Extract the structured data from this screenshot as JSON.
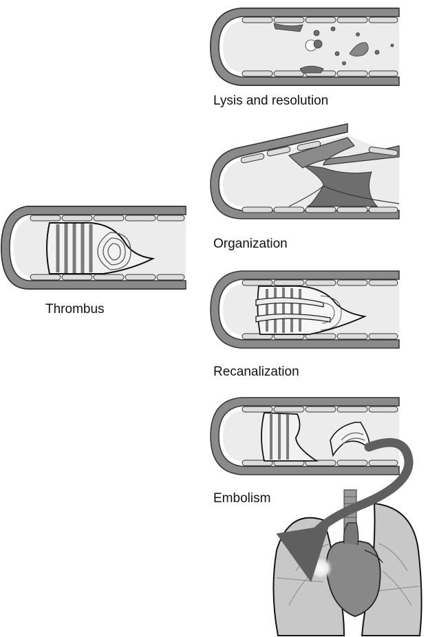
{
  "labels": {
    "thrombus": "Thrombus",
    "lysis": "Lysis and resolution",
    "organization": "Organization",
    "recanalization": "Recanalization",
    "embolism": "Embolism"
  },
  "colors": {
    "vessel_wall": "#8a8a8a",
    "lumen": "#ececec",
    "thrombus_fill": "#f2f2f2",
    "band": "#7a7a7a",
    "organized_clot": "#6e6e6e",
    "arrow": "#5f5f5f",
    "lung": "#c8c8c8",
    "heart": "#888888",
    "trachea": "#9a9a9a"
  }
}
